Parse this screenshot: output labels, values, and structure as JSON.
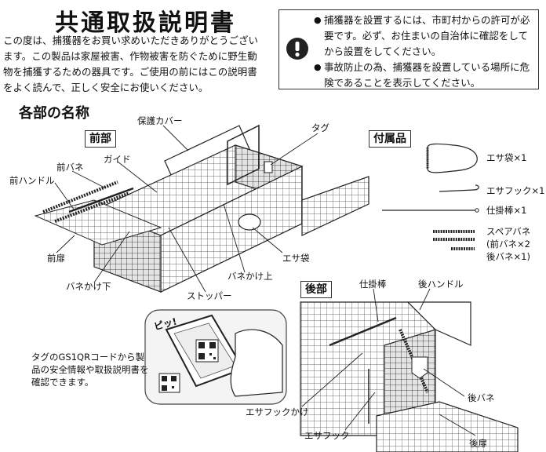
{
  "title": "共通取扱説明書",
  "intro": "この度は、捕獲器をお買い求めいただきありがとうございます。この製品は家屋被害、作物被害を防ぐために野生動物を捕獲するための器具です。ご使用の前にはこの説明書をよく読んで、正しく安全にお使いください。",
  "notice": {
    "icon": "exclamation-icon",
    "items": [
      "捕獲器を設置するには、市町村からの許可が必要です。必ず、お住まいの自治体に確認をしてから設置をしてください。",
      "事故防止の為、捕獲器を設置している場所に危険であることを表示してください。"
    ]
  },
  "parts_heading": "各部の名称",
  "front": {
    "box_label": "前部",
    "labels": {
      "protective_cover": "保護カバー",
      "tag": "タグ",
      "front_spring": "前バネ",
      "guide": "ガイド",
      "front_handle": "前ハンドル",
      "front_door": "前扉",
      "spring_hook_bottom": "バネかけ下",
      "stopper": "ストッパー",
      "spring_hook_top": "バネかけ上",
      "bait_bag": "エサ袋"
    }
  },
  "accessories": {
    "box_label": "付属品",
    "items": [
      {
        "name": "エサ袋×1"
      },
      {
        "name": "エサフック×1"
      },
      {
        "name": "仕掛棒×1"
      },
      {
        "name": "スペアバネ"
      },
      {
        "name": "(前バネ×2"
      },
      {
        "name": "後バネ×1)"
      }
    ]
  },
  "rear": {
    "box_label": "後部",
    "labels": {
      "trigger_rod": "仕掛棒",
      "rear_handle": "後ハンドル",
      "rear_spring": "後バネ",
      "bait_hook_holder": "エサフックかけ",
      "bait_hook": "エサフック",
      "rear_door": "後扉"
    }
  },
  "qr": {
    "beep_text": "ピッ!",
    "description": "タグのGS1QRコードから製品の安全情報や取扱説明書を確認できます。"
  }
}
